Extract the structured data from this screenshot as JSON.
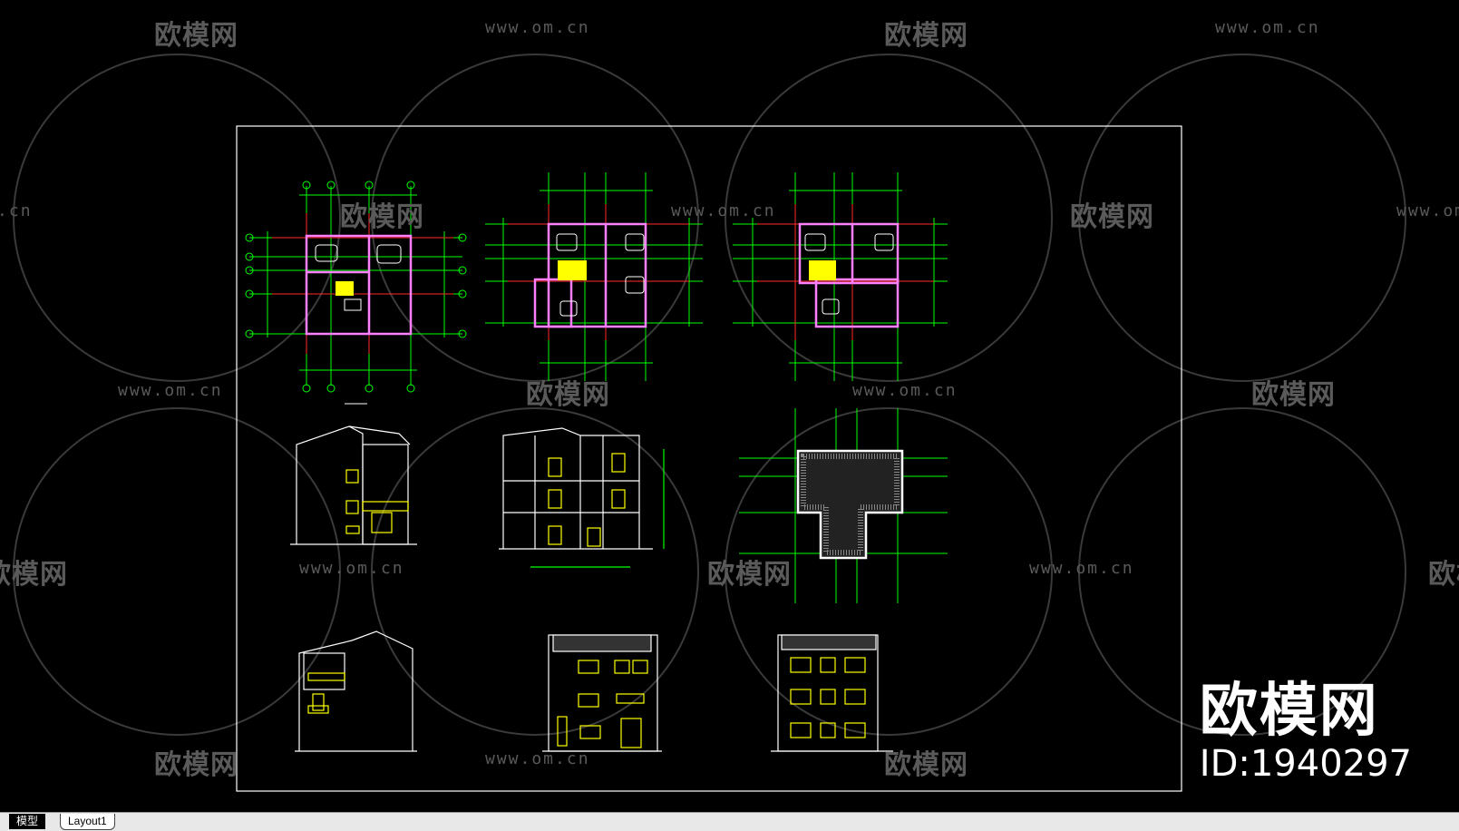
{
  "watermark": {
    "logo_text": "欧模网",
    "url_text": "www.om.cn"
  },
  "brand": {
    "name": "欧模网",
    "id_text": "ID:1940297"
  },
  "tabs": {
    "model": "模型",
    "layout": "Layout1"
  },
  "drawing_colors": {
    "background": "#000000",
    "frame": "#ffffff",
    "dimension_lines": "#00ff00",
    "axis_lines": "#ff0000",
    "walls": "#ff80ff",
    "windows": "#ffff00",
    "watermark": "#5a5a5a"
  }
}
